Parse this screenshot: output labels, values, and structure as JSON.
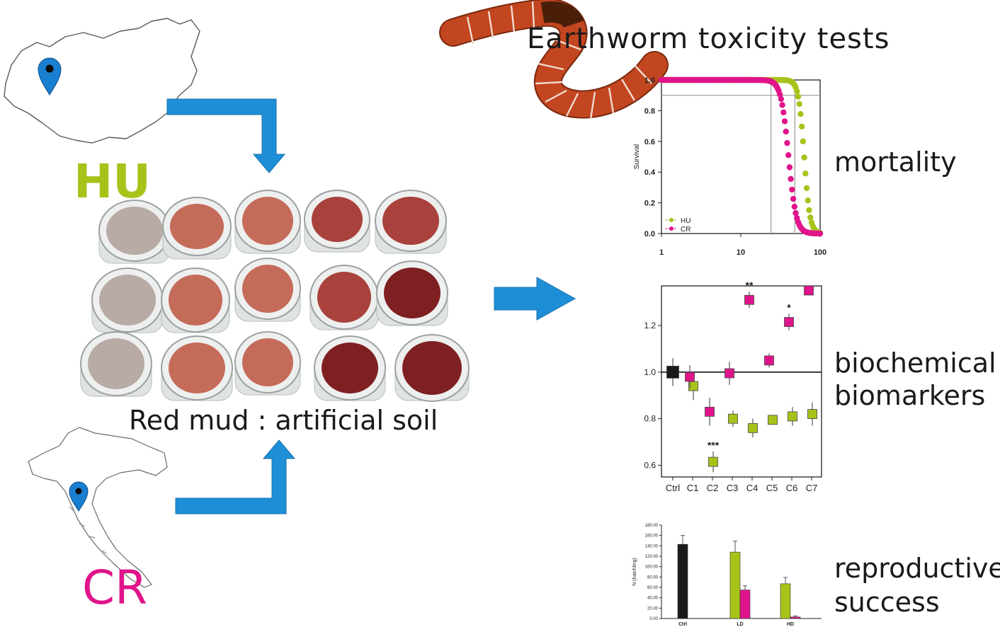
{
  "title": "Earthworm toxicity tests",
  "labels": {
    "hu": "HU",
    "cr": "CR",
    "ratio": "Red mud : artificial soil",
    "mortality": "mortality",
    "biochemical_1": "biochemical",
    "biochemical_2": "biomarkers",
    "reproductive_1": "reproductive",
    "reproductive_2": "success"
  },
  "colors": {
    "hu": "#a9c21a",
    "cr": "#e0148a",
    "ctrl": "#1a1a1a",
    "arrow": "#1e8fd6",
    "worm": "#c2461f",
    "worm_band": "#4a1f0a",
    "pin": "#1a7fd1"
  },
  "chart_data": [
    {
      "type": "line",
      "ylabel": "Survival",
      "xscale": "log",
      "xlim": [
        1,
        100
      ],
      "ylim": [
        0,
        1
      ],
      "yticks": [
        "0.0",
        "0.2",
        "0.4",
        "0.6",
        "0.8",
        "1.0"
      ],
      "xticks": [
        "1",
        "10",
        "100"
      ],
      "legend": "bottom-left",
      "series": [
        {
          "name": "HU",
          "model": "logistic",
          "ec50": 63,
          "slope": 12,
          "color": "#a9c21a"
        },
        {
          "name": "CR",
          "model": "logistic",
          "ec50": 40,
          "slope": 9,
          "color": "#e0148a"
        }
      ],
      "reference_lines": {
        "y": [
          0.9
        ],
        "x": [
          24,
          48
        ]
      }
    },
    {
      "type": "scatter",
      "categories": [
        "Ctrl",
        "C1",
        "C2",
        "C3",
        "C4",
        "C5",
        "C6",
        "C7"
      ],
      "ylim": [
        0.55,
        1.37
      ],
      "yticks": [
        "0.6",
        "0.8",
        "1.0",
        "1.2"
      ],
      "reference_y": 1.0,
      "series": [
        {
          "name": "Ctrl",
          "color": "#1a1a1a",
          "points": [
            {
              "x": "Ctrl",
              "y": 1.0,
              "err": 0.06
            }
          ]
        },
        {
          "name": "HU",
          "color": "#a9c21a",
          "points": [
            {
              "x": "C1",
              "y": 0.94,
              "err": 0.06
            },
            {
              "x": "C2",
              "y": 0.615,
              "err": 0.045,
              "sig": "***"
            },
            {
              "x": "C3",
              "y": 0.8,
              "err": 0.035
            },
            {
              "x": "C4",
              "y": 0.76,
              "err": 0.04
            },
            {
              "x": "C5",
              "y": 0.795,
              "err": 0.02
            },
            {
              "x": "C6",
              "y": 0.81,
              "err": 0.04
            },
            {
              "x": "C7",
              "y": 0.82,
              "err": 0.05
            }
          ]
        },
        {
          "name": "CR",
          "color": "#e0148a",
          "points": [
            {
              "x": "C1",
              "y": 0.98,
              "err": 0.05
            },
            {
              "x": "C2",
              "y": 0.83,
              "err": 0.06
            },
            {
              "x": "C3",
              "y": 0.995,
              "err": 0.05
            },
            {
              "x": "C4",
              "y": 1.31,
              "err": 0.035,
              "sig": "**"
            },
            {
              "x": "C5",
              "y": 1.05,
              "err": 0.03
            },
            {
              "x": "C6",
              "y": 1.215,
              "err": 0.035,
              "sig": "*"
            },
            {
              "x": "C7",
              "y": 1.37,
              "err": 0.0
            }
          ]
        }
      ]
    },
    {
      "type": "bar",
      "ylabel": "N (hatchling)",
      "categories": [
        "Ctrl",
        "LD",
        "HD"
      ],
      "ylim": [
        0,
        180
      ],
      "yticks": [
        "0.00",
        "20.00",
        "40.00",
        "60.00",
        "80.00",
        "100.00",
        "120.00",
        "140.00",
        "160.00",
        "180.00"
      ],
      "series": [
        {
          "name": "Ctrl",
          "color": "#1a1a1a",
          "values": [
            143,
            null,
            null
          ],
          "err": [
            17,
            null,
            null
          ]
        },
        {
          "name": "HU",
          "color": "#a9c21a",
          "values": [
            null,
            128,
            67
          ],
          "err": [
            null,
            21,
            12
          ]
        },
        {
          "name": "CR",
          "color": "#e0148a",
          "values": [
            null,
            55,
            3
          ],
          "err": [
            null,
            8,
            2
          ]
        }
      ]
    }
  ]
}
